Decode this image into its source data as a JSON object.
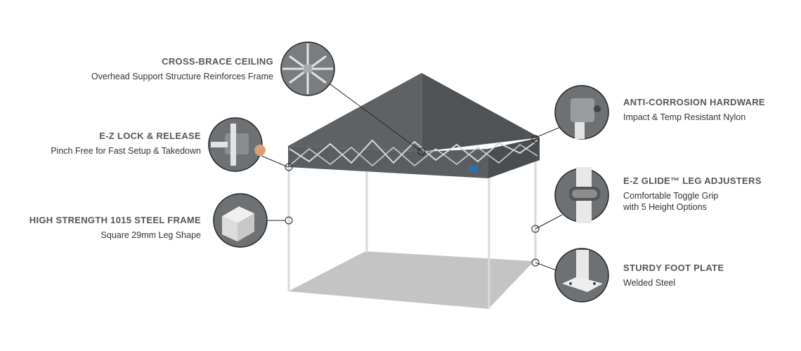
{
  "colors": {
    "canopy": "#5a5e61",
    "canopy_dark": "#45494c",
    "frame": "#d9dadb",
    "floor": "#c4c4c4",
    "callout_bg": "#6e7174",
    "leader": "#222222"
  },
  "features": [
    {
      "id": "cross-brace",
      "title": "CROSS-BRACE CEILING",
      "subtitle": [
        "Overhead Support Structure Reinforces Frame"
      ]
    },
    {
      "id": "ez-lock",
      "title": "E-Z LOCK & RELEASE",
      "subtitle": [
        "Pinch Free for Fast Setup & Takedown"
      ]
    },
    {
      "id": "steel-frame",
      "title": "HIGH STRENGTH 1015 STEEL FRAME",
      "subtitle": [
        "Square 29mm Leg Shape"
      ]
    },
    {
      "id": "anti-corrosion",
      "title": "ANTI-CORROSION HARDWARE",
      "subtitle": [
        "Impact & Temp Resistant Nylon"
      ]
    },
    {
      "id": "ez-glide",
      "title": "E-Z GLIDE™ LEG ADJUSTERS",
      "subtitle": [
        "Comfortable Toggle Grip",
        "with 5 Height Options"
      ]
    },
    {
      "id": "foot-plate",
      "title": "STURDY FOOT PLATE",
      "subtitle": [
        "Welded Steel"
      ]
    }
  ]
}
